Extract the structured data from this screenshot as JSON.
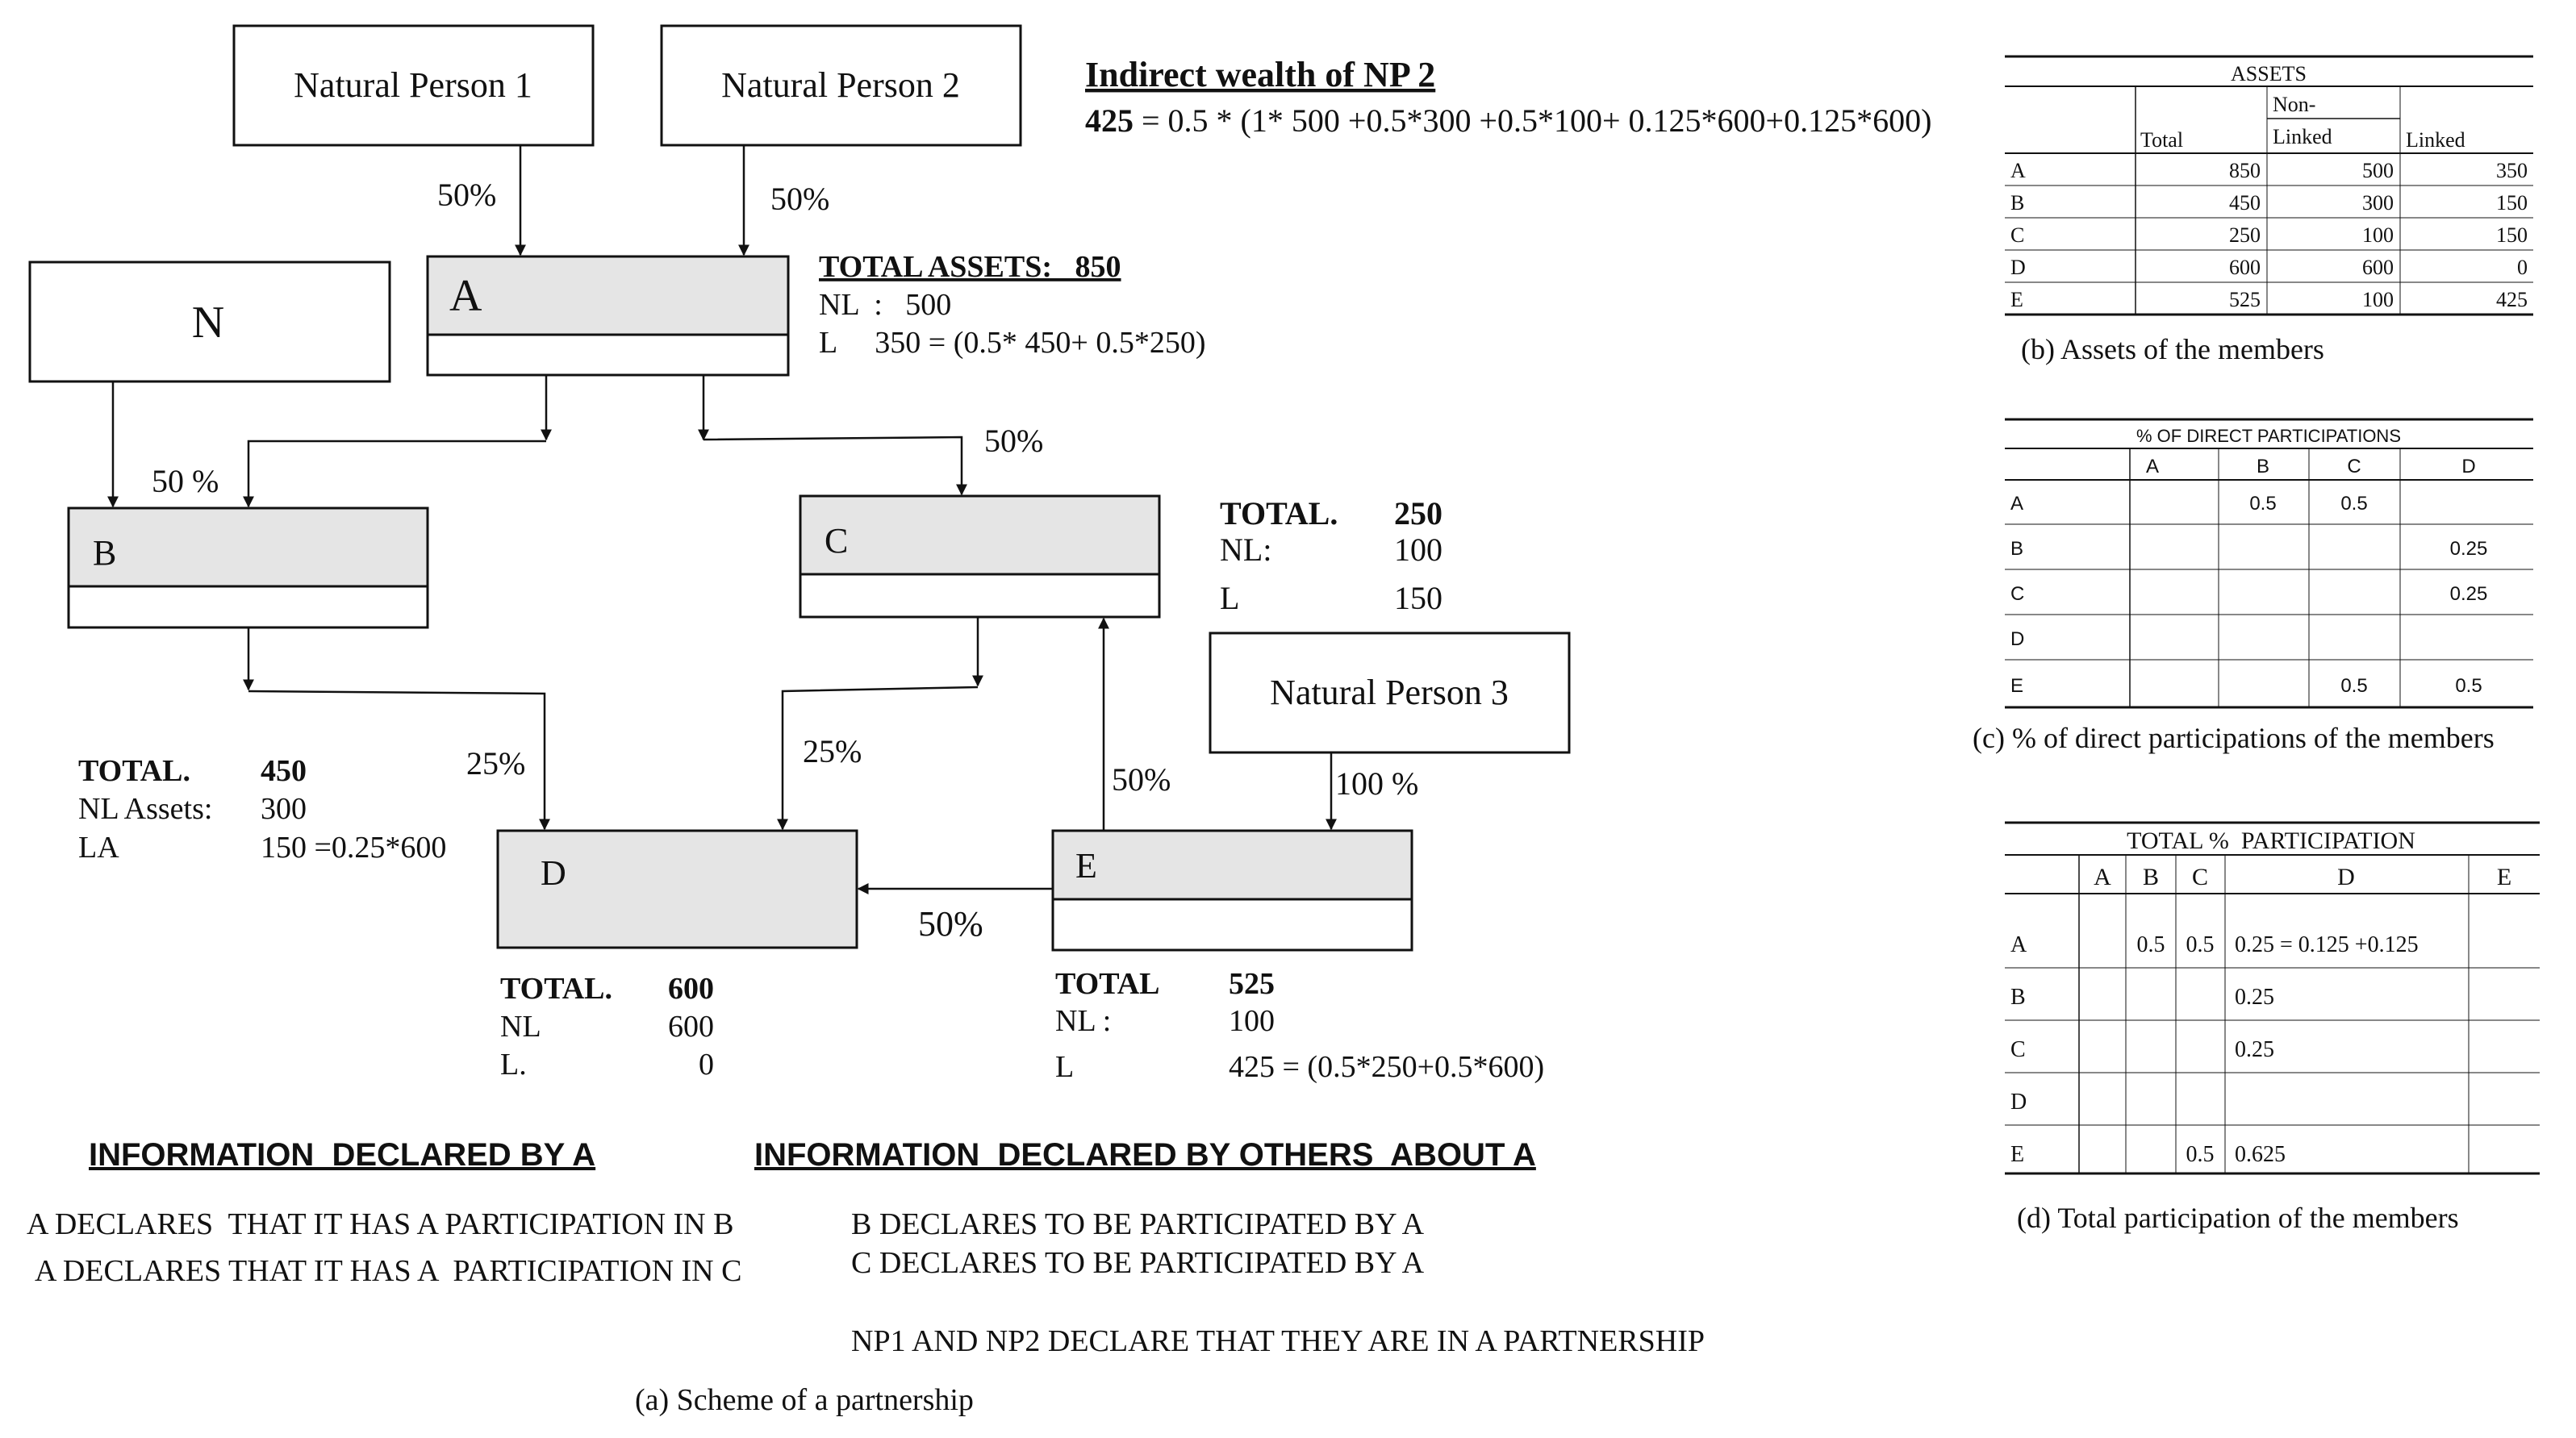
{
  "scheme": {
    "nodes": {
      "np1": "Natural Person 1",
      "np2": "Natural Person 2",
      "np3": "Natural Person 3",
      "n": "N",
      "a": "A",
      "b": "B",
      "c": "C",
      "d": "D",
      "e": "E"
    },
    "edges": {
      "np1_a": "50%",
      "np2_a": "50%",
      "n_b": "50 %",
      "a_c": "50%",
      "b_d": "25%",
      "c_d": "25%",
      "e_c": "50%",
      "np3_e": "100 %",
      "e_d": "50%"
    },
    "indirect_wealth": {
      "title": "Indirect wealth of NP 2",
      "value": "425",
      "formula": "= 0.5 * (1* 500 +0.5*300 +0.5*100+ 0.125*600+0.125*600)"
    },
    "totals": {
      "a": {
        "title": "TOTAL ASSETS:   850",
        "nl": "NL  :   500",
        "l": "L     350 = (0.5* 450+ 0.5*250)"
      },
      "c": {
        "total_label": "TOTAL.",
        "total_value": "250",
        "nl_label": "NL:",
        "nl_value": "100",
        "l_label": "L",
        "l_value": "150"
      },
      "b": {
        "total_label": "TOTAL.",
        "total_value": "450",
        "nl_label": "NL Assets:",
        "nl_value": "300",
        "l_label": "LA",
        "l_value": "150 =0.25*600"
      },
      "d": {
        "total_label": "TOTAL.",
        "total_value": "600",
        "nl_label": "NL",
        "nl_value": "600",
        "l_label": "L.",
        "l_value": "0"
      },
      "e": {
        "total_label": "TOTAL",
        "total_value": "525",
        "nl_label": "NL :",
        "nl_value": "100",
        "l_label": "L",
        "l_value": "425 = (0.5*250+0.5*600)"
      }
    },
    "info_by_a": {
      "heading": "INFORMATION  DECLARED BY A",
      "line1": "A DECLARES  THAT IT HAS A PARTICIPATION IN B",
      "line2": "A DECLARES THAT IT HAS A  PARTICIPATION IN C"
    },
    "info_by_others": {
      "heading": "INFORMATION  DECLARED BY OTHERS  ABOUT A",
      "line1": "B DECLARES TO BE PARTICIPATED BY A",
      "line2": "C DECLARES TO BE PARTICIPATED BY A",
      "line3": "NP1 AND NP2 DECLARE THAT THEY ARE IN A PARTNERSHIP"
    },
    "caption": "(a) Scheme of a partnership"
  },
  "table_assets": {
    "title": "ASSETS",
    "headers": {
      "total": "Total",
      "nonlinked_1": "Non-",
      "nonlinked_2": "Linked",
      "linked": "Linked"
    },
    "rows": [
      {
        "label": "A",
        "total": "850",
        "nonlinked": "500",
        "linked": "350"
      },
      {
        "label": "B",
        "total": "450",
        "nonlinked": "300",
        "linked": "150"
      },
      {
        "label": "C",
        "total": "250",
        "nonlinked": "100",
        "linked": "150"
      },
      {
        "label": "D",
        "total": "600",
        "nonlinked": "600",
        "linked": "0"
      },
      {
        "label": "E",
        "total": "525",
        "nonlinked": "100",
        "linked": "425"
      }
    ],
    "caption": "(b) Assets of the members"
  },
  "table_direct": {
    "title": "% OF DIRECT PARTICIPATIONS",
    "columns": [
      "A",
      "B",
      "C",
      "D"
    ],
    "rows": [
      {
        "label": "A",
        "cells": [
          "",
          "0.5",
          "0.5",
          ""
        ]
      },
      {
        "label": "B",
        "cells": [
          "",
          "",
          "",
          "0.25"
        ]
      },
      {
        "label": "C",
        "cells": [
          "",
          "",
          "",
          "0.25"
        ]
      },
      {
        "label": "D",
        "cells": [
          "",
          "",
          "",
          ""
        ]
      },
      {
        "label": "E",
        "cells": [
          "",
          "",
          "0.5",
          "0.5"
        ]
      }
    ],
    "caption": "(c) % of direct participations of the members"
  },
  "table_total": {
    "title": "TOTAL %  PARTICIPATION",
    "columns": [
      "A",
      "B",
      "C",
      "D",
      "E"
    ],
    "rows": [
      {
        "label": "A",
        "cells": [
          "",
          "0.5",
          "0.5",
          "0.25 = 0.125 +0.125",
          ""
        ]
      },
      {
        "label": "B",
        "cells": [
          "",
          "",
          "",
          "0.25",
          ""
        ]
      },
      {
        "label": "C",
        "cells": [
          "",
          "",
          "",
          "0.25",
          ""
        ]
      },
      {
        "label": "D",
        "cells": [
          "",
          "",
          "",
          "",
          ""
        ]
      },
      {
        "label": "E",
        "cells": [
          "",
          "",
          "0.5",
          "0.625",
          ""
        ]
      }
    ],
    "caption": "(d) Total participation of the members"
  }
}
